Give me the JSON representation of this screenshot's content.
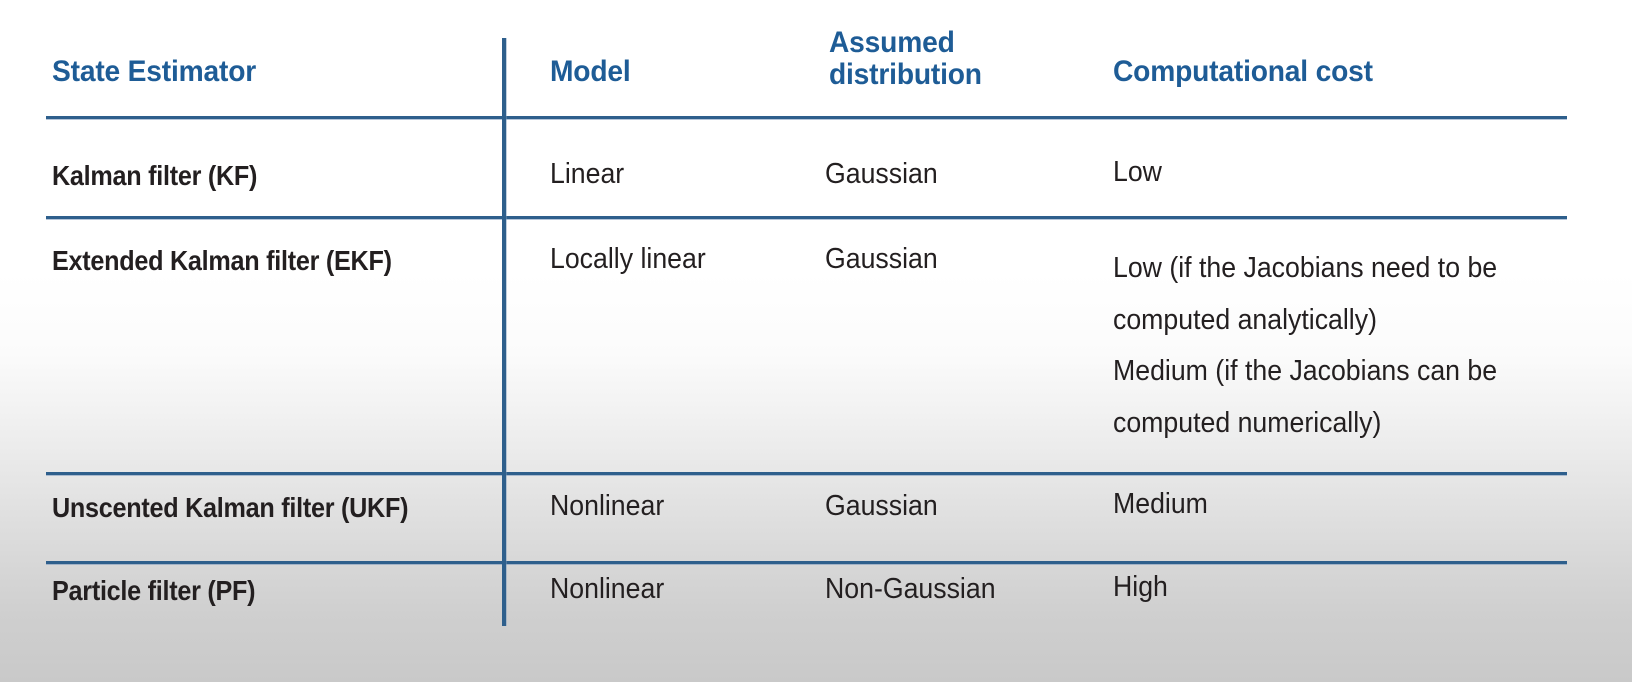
{
  "table": {
    "accent_color": "#1e5c96",
    "rule_color": "#2e5f8c",
    "text_color": "#231f20",
    "columns": [
      {
        "key": "estimator",
        "label": "State Estimator"
      },
      {
        "key": "model",
        "label": "Model"
      },
      {
        "key": "distribution",
        "label": "Assumed\ndistribution"
      },
      {
        "key": "cost",
        "label": "Computational cost"
      }
    ],
    "rows": [
      {
        "estimator": "Kalman filter (KF)",
        "model": "Linear",
        "distribution": "Gaussian",
        "cost": "Low"
      },
      {
        "estimator": "Extended Kalman filter (EKF)",
        "model": "Locally linear",
        "distribution": "Gaussian",
        "cost": "Low (if the Jacobians need to be\ncomputed analytically)\nMedium (if the Jacobians can be\ncomputed numerically)"
      },
      {
        "estimator": "Unscented Kalman filter (UKF)",
        "model": "Nonlinear",
        "distribution": "Gaussian",
        "cost": "Medium"
      },
      {
        "estimator": "Particle filter (PF)",
        "model": "Nonlinear",
        "distribution": "Non-Gaussian",
        "cost": "High"
      }
    ]
  }
}
